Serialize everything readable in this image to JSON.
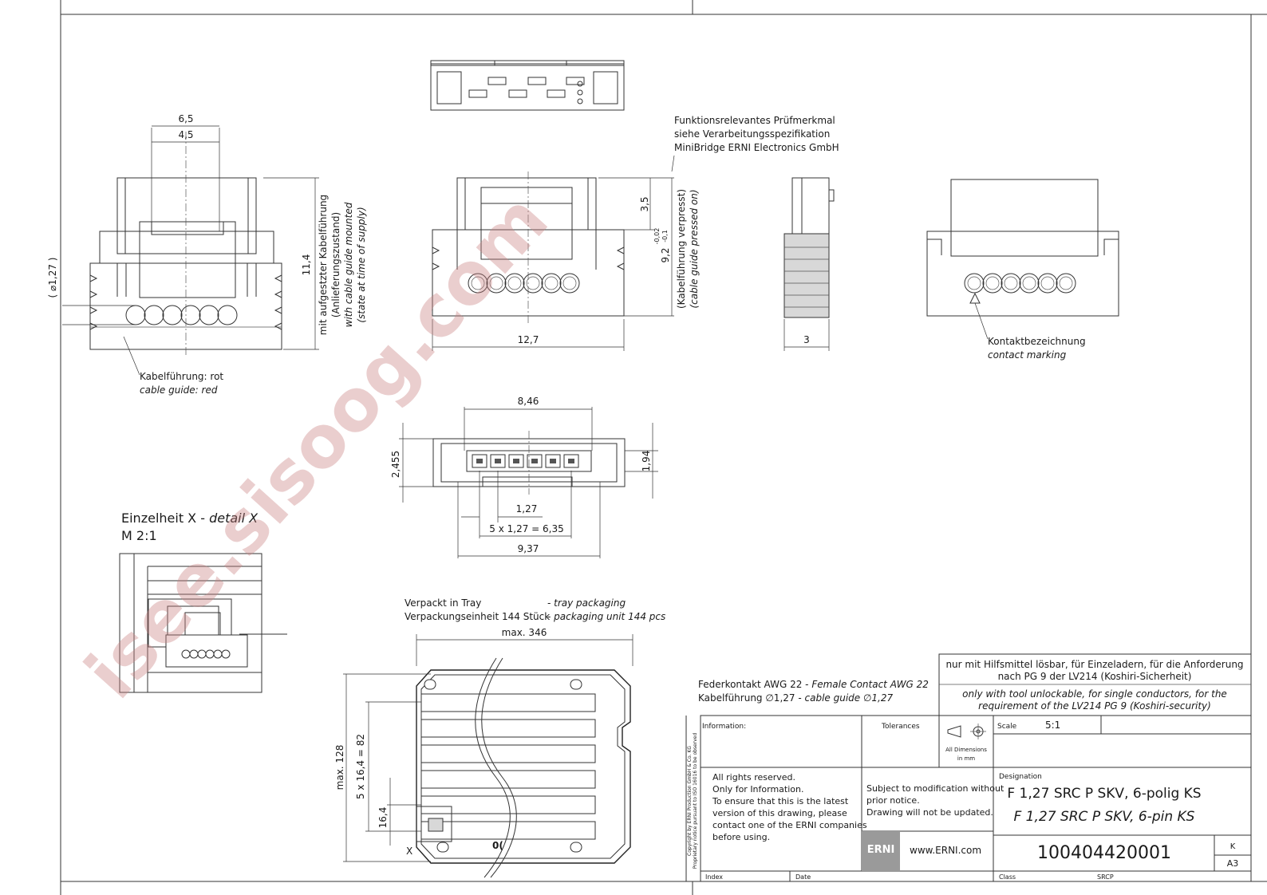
{
  "views": {
    "front_left": {
      "dim_top_outer": "6,5",
      "dim_top_inner": "4,5",
      "dim_height": "11,4",
      "dim_diameter": "( ⌀1,27 )",
      "side_label_de1": "mit aufgestzter Kabelführung",
      "side_label_de2": "(Anlieferungszustand)",
      "side_label_en1": "with cable guide mounted",
      "side_label_en2": "(state at time of supply)",
      "callout_de": "Kabelführung: rot",
      "callout_en": "cable guide: red"
    },
    "front_center": {
      "note_de1": "Funktionsrelevantes Prüfmerkmal",
      "note_de2": "siehe Verarbeitungsspezifikation",
      "note_de3": "MiniBridge ERNI Electronics GmbH",
      "dim_35": "3,5",
      "dim_92": "9,2",
      "tol_upper": "-0,02",
      "tol_lower": "-0,1",
      "side_label_de": "(Kabelführung verpresst)",
      "side_label_en": "(cable guide pressed on)",
      "dim_width": "12,7"
    },
    "side": {
      "dim_width": "3"
    },
    "rear": {
      "callout_de": "Kontaktbezeichnung",
      "callout_en": "contact marking"
    },
    "bottom": {
      "dim_846": "8,46",
      "dim_2455": "2,455",
      "dim_194": "1,94",
      "dim_127": "1,27",
      "dim_pitch": "5 x 1,27 = 6,35",
      "dim_937": "9,37"
    },
    "detail": {
      "title_de": "Einzelheit X - ",
      "title_en": "detail  X",
      "scale": "M 2:1"
    },
    "tray": {
      "line1_de": "Verpackt in Tray",
      "line1_en": "- tray packaging",
      "line2_de": "Verpackungseinheit 144 Stück",
      "line2_en": "- packaging unit 144 pcs",
      "dim_width": "max. 346",
      "dim_height": "max. 128",
      "dim_pitch": "5 x 16,4 = 82",
      "dim_row": "16,4",
      "label_x": "X",
      "label_partial": "0("
    }
  },
  "specs": {
    "line1_de": "Federkontakt AWG 22 - ",
    "line1_en": "Female Contact AWG 22",
    "line2_de": "Kabelführung ∅1,27 - ",
    "line2_en": "cable guide ∅1,27"
  },
  "title_block": {
    "note_de1": "nur mit Hilfsmittel lösbar, für Einzeladern, für die Anforderung",
    "note_de2": "nach PG 9 der LV214 (Koshiri-Sicherheit)",
    "note_en1": "only with tool unlockable, for single conductors, for the",
    "note_en2": "requirement of the LV214 PG 9 (Koshiri-security)",
    "information_label": "Information:",
    "tolerances_label": "Tolerances",
    "all_dimensions1": "All Dimensions",
    "all_dimensions2": "in mm",
    "scale_label": "Scale",
    "scale_value": "5:1",
    "rights1": "All rights reserved.",
    "rights2": "Only for Information.",
    "rights3": "To ensure that this is the latest",
    "rights4": "version of this drawing, please",
    "rights5": "contact one of the ERNI companies",
    "rights6": "before using.",
    "subject1": "Subject to modification without",
    "subject2": "prior notice.",
    "subject3": "Drawing will not be updated.",
    "designation_label": "Designation",
    "designation_de": "F 1,27 SRC P SKV, 6-polig KS",
    "designation_en": "F 1,27 SRC P SKV, 6-pin KS",
    "logo": "ERNI",
    "website": "www.ERNI.com",
    "part_number": "100404420001",
    "revision": "K",
    "format": "A3",
    "index_label": "Index",
    "date_label": "Date",
    "class_label": "Class",
    "class_value": "SRCP",
    "copyright1": "Copyright by ERNI Production GmbH & Co. KG",
    "copyright2": "Proprietary notice pursuant to ISO 16016 to be observed"
  },
  "watermark": "isee.sisoog.com"
}
